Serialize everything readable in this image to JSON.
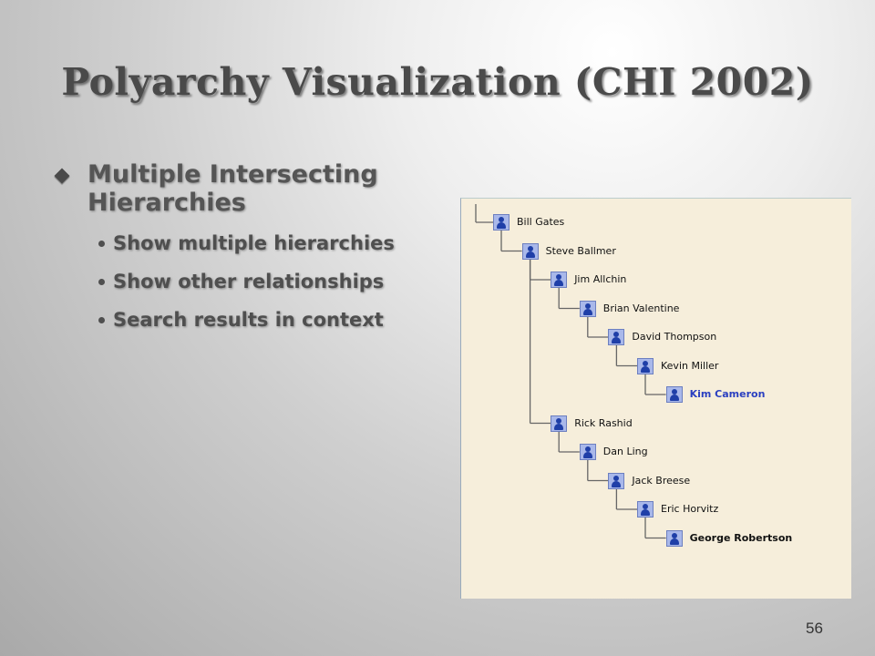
{
  "slide": {
    "title": "Polyarchy Visualization (CHI 2002)",
    "main_bullet": "Multiple Intersecting Hierarchies",
    "sub_bullets": [
      "Show multiple hierarchies",
      "Show other relationships",
      "Search results in context"
    ],
    "page_number": "56"
  },
  "tree": {
    "nodes": [
      {
        "label": "Bill Gates",
        "style": "normal",
        "icon": "person-icon"
      },
      {
        "label": "Steve Ballmer",
        "style": "normal",
        "icon": "person-icon"
      },
      {
        "label": "Jim Allchin",
        "style": "normal",
        "icon": "person-icon"
      },
      {
        "label": "Brian Valentine",
        "style": "normal",
        "icon": "person-icon"
      },
      {
        "label": "David Thompson",
        "style": "normal",
        "icon": "person-icon"
      },
      {
        "label": "Kevin Miller",
        "style": "normal",
        "icon": "person-icon"
      },
      {
        "label": "Kim Cameron",
        "style": "highlight",
        "icon": "person-icon"
      },
      {
        "label": "Rick Rashid",
        "style": "normal",
        "icon": "person-icon"
      },
      {
        "label": "Dan Ling",
        "style": "normal",
        "icon": "person-icon"
      },
      {
        "label": "Jack Breese",
        "style": "normal",
        "icon": "person-icon"
      },
      {
        "label": "Eric Horvitz",
        "style": "normal",
        "icon": "person-icon"
      },
      {
        "label": "George Robertson",
        "style": "bold",
        "icon": "person-icon"
      }
    ],
    "colors": {
      "background": "#f6eedb",
      "connector": "#666666",
      "highlight_text": "#2a3fc0",
      "icon_fill": "#a9b8ea",
      "icon_figure": "#1f3fa8"
    }
  }
}
